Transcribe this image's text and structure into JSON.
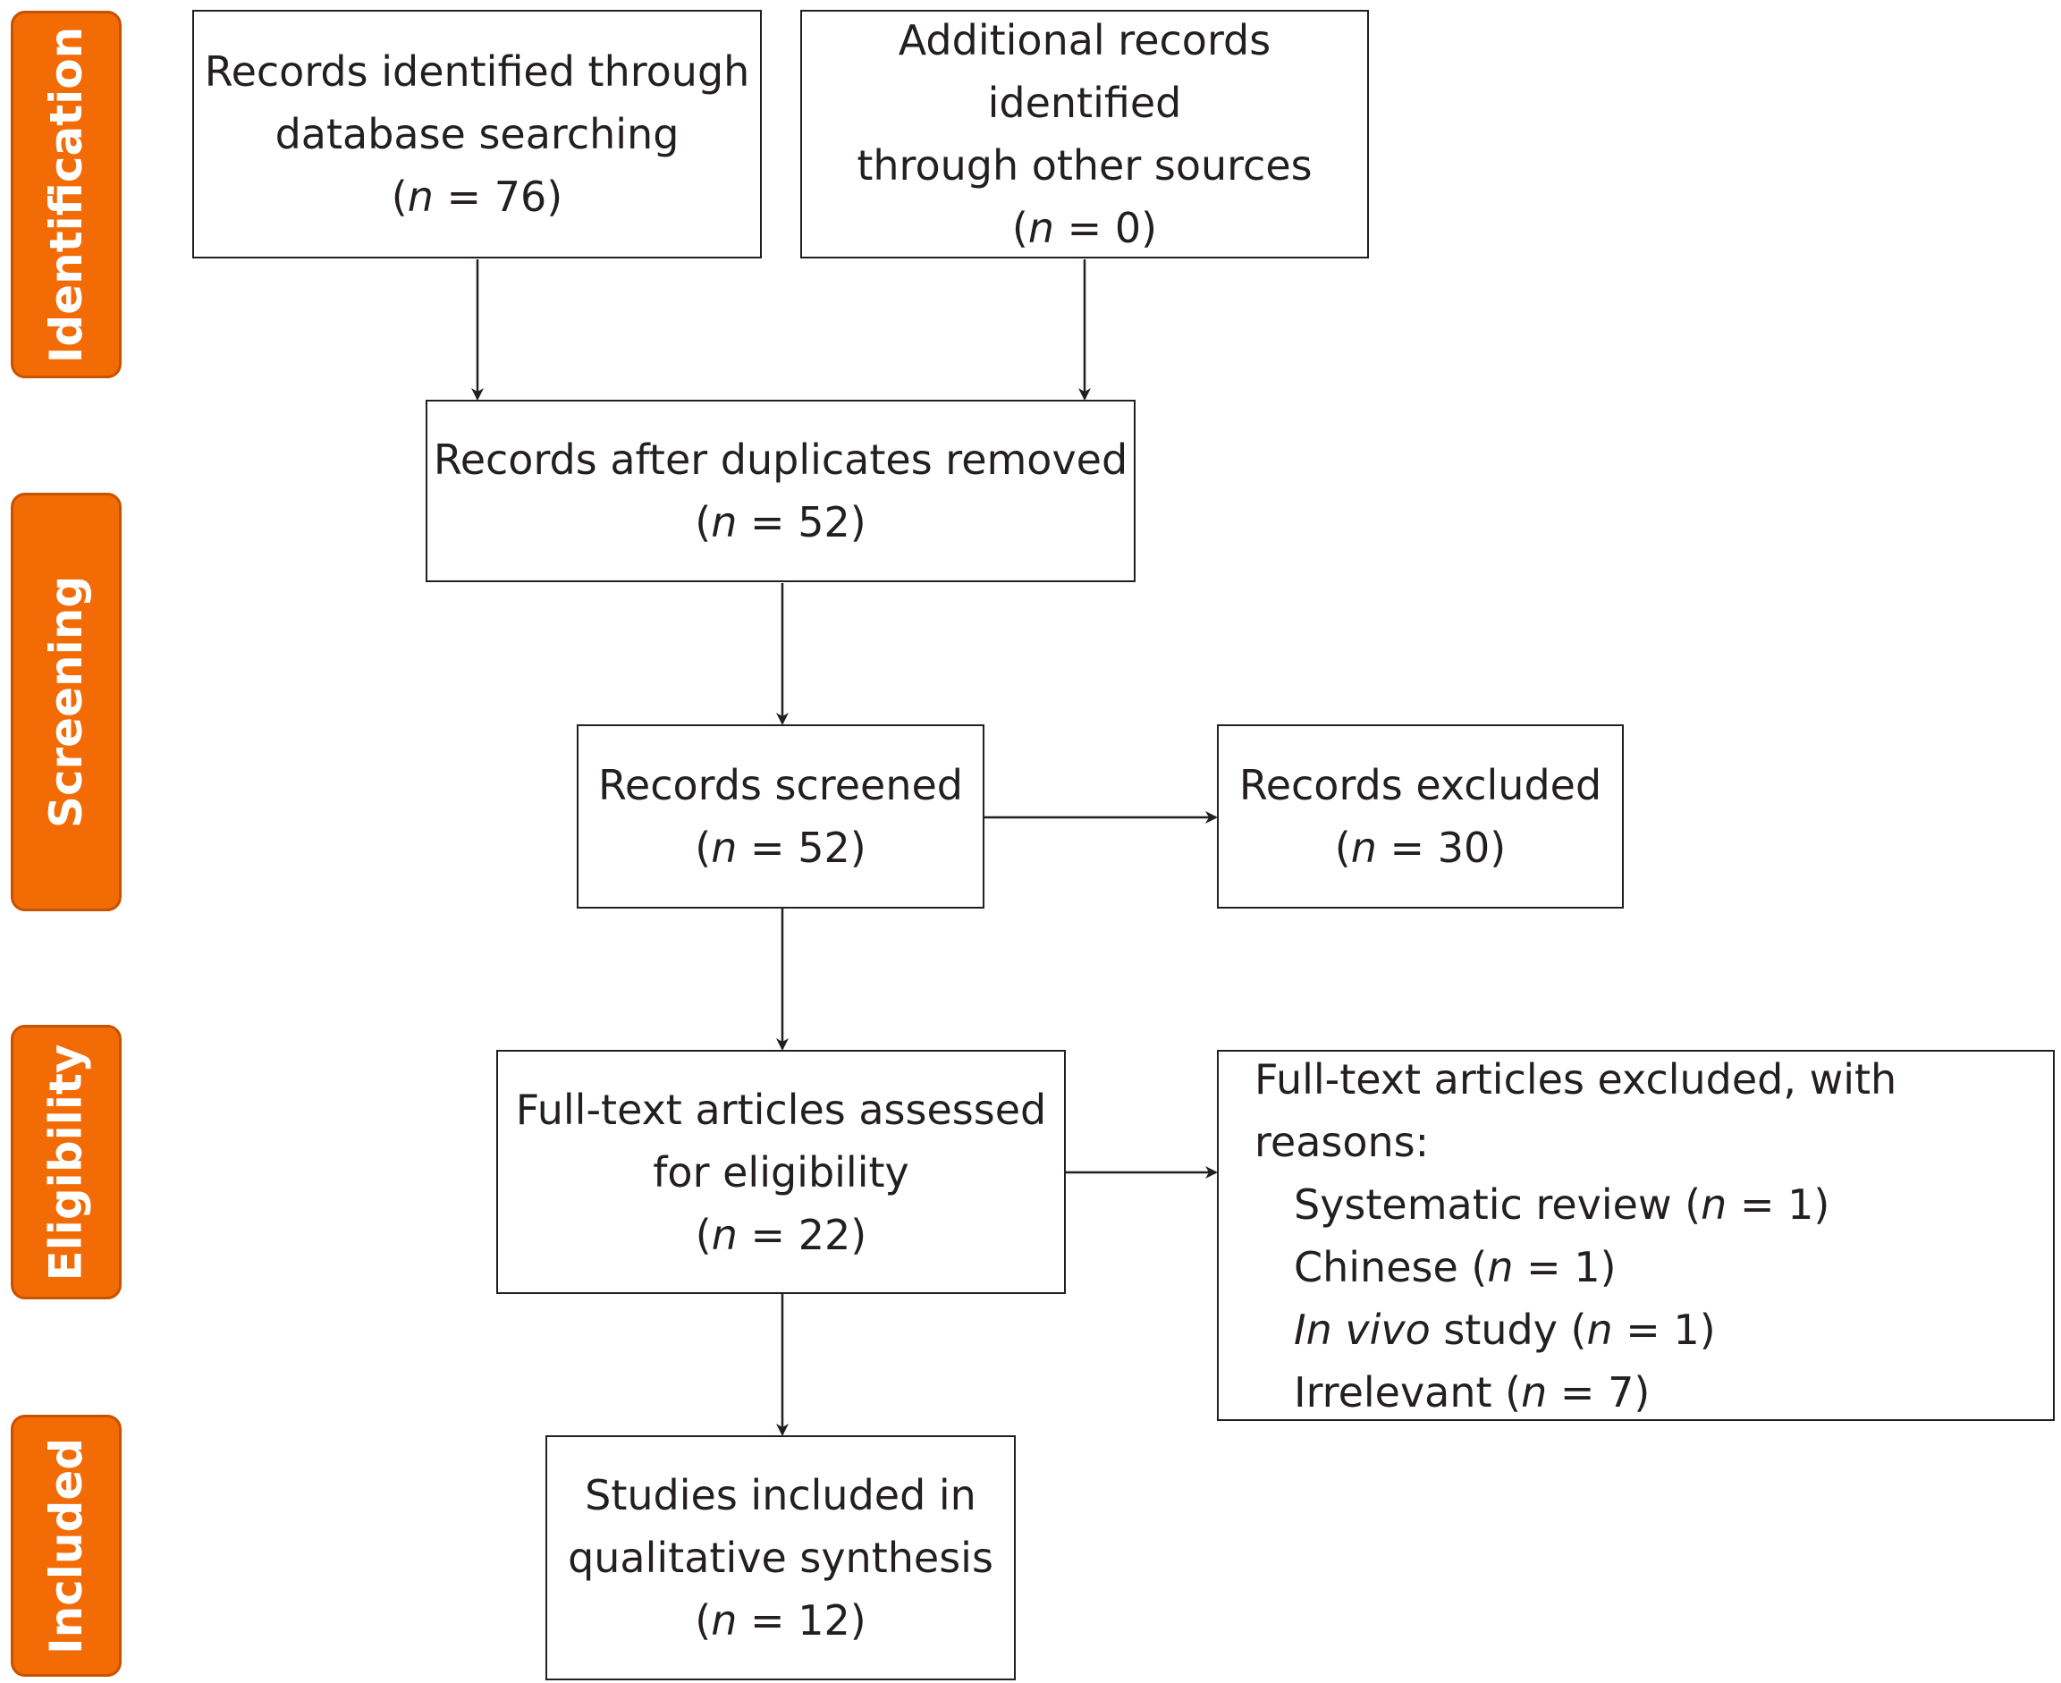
{
  "stages": {
    "identification": "Identification",
    "screening": "Screening",
    "eligibility": "Eligibility",
    "included": "Included"
  },
  "n_symbol": "n",
  "boxes": {
    "database": {
      "line1": "Records identified through",
      "line2": "database searching",
      "n": "76"
    },
    "other": {
      "line1": "Additional records identified",
      "line2": "through other sources",
      "n": "0"
    },
    "duplicates": {
      "line1": "Records after duplicates removed",
      "n": "52"
    },
    "screened": {
      "line1": "Records screened",
      "n": "52"
    },
    "excluded": {
      "line1": "Records excluded",
      "n": "30"
    },
    "fulltext": {
      "line1": "Full-text articles assessed",
      "line2": "for eligibility",
      "n": "22"
    },
    "fulltext_excluded": {
      "heading": "Full-text articles excluded, with reasons:",
      "reasons": [
        {
          "label": "Systematic review",
          "n": "1"
        },
        {
          "label": "Chinese",
          "n": "1"
        },
        {
          "label_italic": "In vivo",
          "label": "study",
          "n": "1"
        },
        {
          "label": "Irrelevant",
          "n": "7"
        }
      ]
    },
    "included": {
      "line1": "Studies included in",
      "line2": "qualitative synthesis",
      "n": "12"
    }
  },
  "colors": {
    "stage_fill": "#f26b05",
    "stage_border": "#c75200",
    "line": "#231f20"
  }
}
